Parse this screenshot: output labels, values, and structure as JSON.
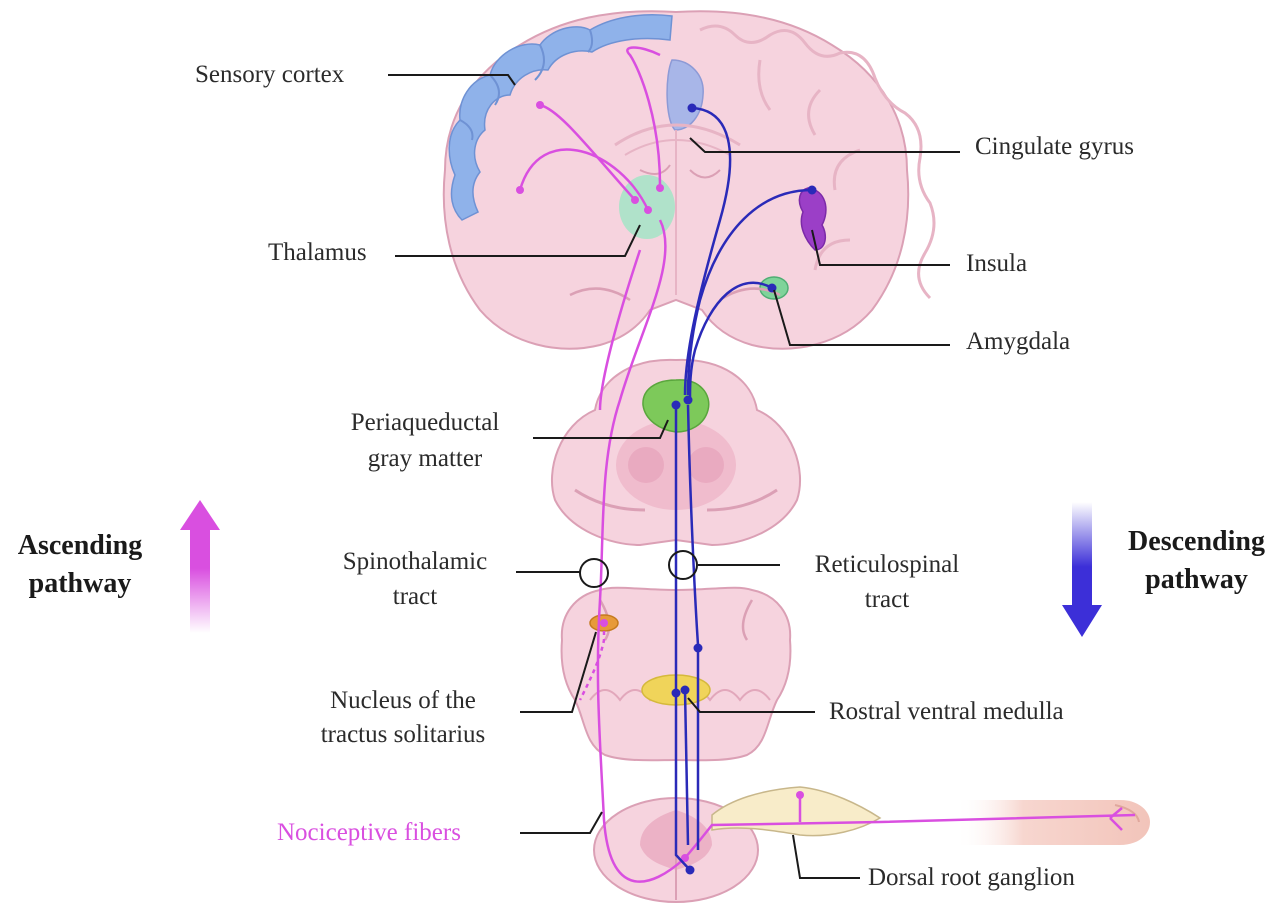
{
  "labels": {
    "sensory_cortex": "Sensory cortex",
    "cingulate_gyrus": "Cingulate gyrus",
    "thalamus": "Thalamus",
    "insula": "Insula",
    "amygdala": "Amygdala",
    "pag_line1": "Periaqueductal",
    "pag_line2": "gray matter",
    "spinothalamic_line1": "Spinothalamic",
    "spinothalamic_line2": "tract",
    "reticulospinal_line1": "Reticulospinal",
    "reticulospinal_line2": "tract",
    "nts_line1": "Nucleus of the",
    "nts_line2": "tractus solitarius",
    "rvm": "Rostral ventral medulla",
    "nociceptive": "Nociceptive fibers",
    "drg": "Dorsal root ganglion"
  },
  "pathways": {
    "ascending_line1": "Ascending",
    "ascending_line2": "pathway",
    "descending_line1": "Descending",
    "descending_line2": "pathway"
  },
  "colors": {
    "ascending": "#d94fe0",
    "descending": "#2a2ab8",
    "tissue": "#f6d3de",
    "tissue_edge": "#dba0b5",
    "cortex": "#8fb2ea",
    "thalamus": "#a9e3c8",
    "pag": "#7dc95a",
    "insula": "#9b3fc7",
    "nts": "#e79a3a",
    "rvm": "#f0d45a",
    "ganglion": "#f8ecc9"
  }
}
